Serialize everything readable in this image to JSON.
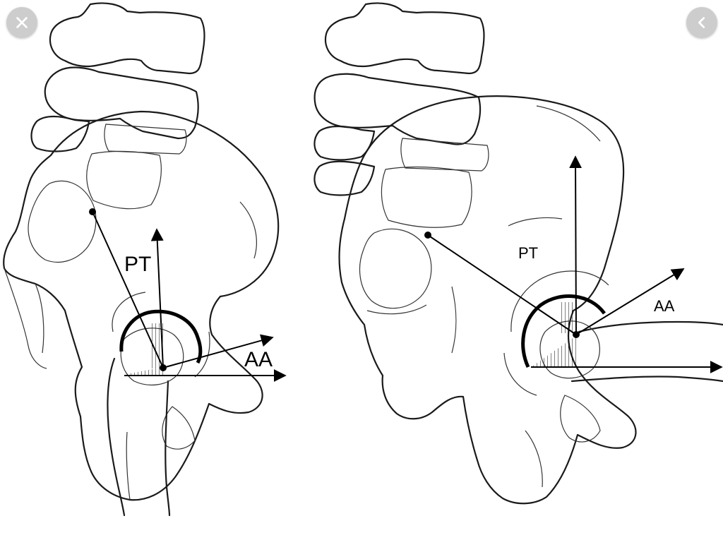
{
  "labels": {
    "left_pt": "PT",
    "left_aa": "AA",
    "right_pt": "PT",
    "right_aa": "AA"
  },
  "controls": {
    "close_icon": "close-icon",
    "back_icon": "chevron-left-icon"
  },
  "colors": {
    "line": "#000000",
    "button_bg": "#c8c8c8",
    "button_fg": "#ffffff"
  }
}
